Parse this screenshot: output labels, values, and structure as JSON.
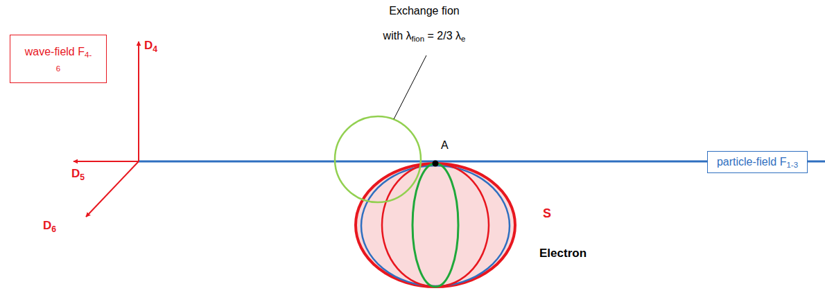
{
  "diagram": {
    "nodes": [
      {
        "text": [
          "wave-field F4-6"
        ]
      },
      {
        "text": [
          "particle-field F1-3"
        ]
      }
    ],
    "labels": [
      "D4",
      "D5",
      "D6",
      "Exchange fion",
      "with λfion = 2/3 λe",
      "A",
      "S",
      "Electron"
    ]
  }
}
